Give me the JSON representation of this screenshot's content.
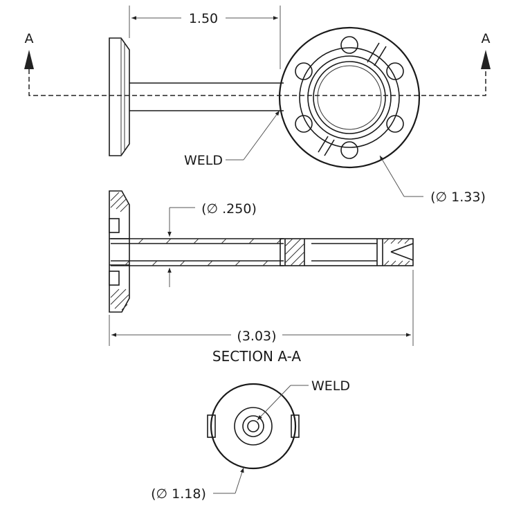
{
  "section_markers": {
    "left": "A",
    "right": "A"
  },
  "dimensions": {
    "length_top": "1.50",
    "flange_dia": "∅ 1.33",
    "tube_dia": "∅ .250",
    "overall_length": "3.03",
    "base_dia": "∅ 1.18"
  },
  "labels": {
    "weld_top": "WELD",
    "weld_bottom": "WELD",
    "section_title": "SECTION A-A"
  }
}
